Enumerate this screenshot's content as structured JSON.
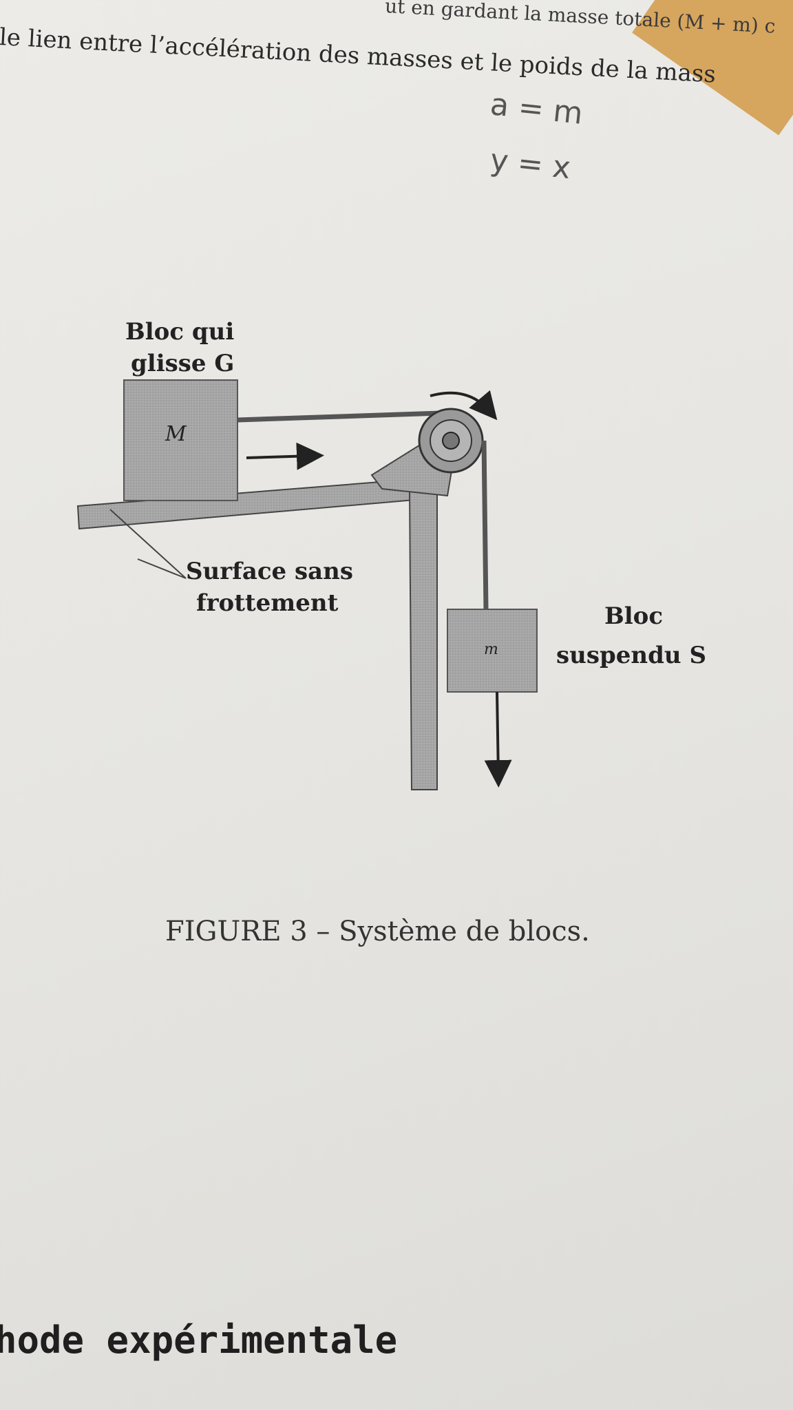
{
  "document": {
    "line1": "ut en gardant la masse totale (M + m) c",
    "line2": "le lien entre l’accélération des masses et le poids de la mass",
    "handwritten": [
      "a = m",
      "y = x"
    ],
    "figure": {
      "label_sliding": [
        "Bloc qui",
        "glisse G"
      ],
      "mass_big": "M",
      "mass_small": "m",
      "label_surface": [
        "Surface sans",
        "frottement"
      ],
      "label_hanging": [
        "Bloc",
        "suspendu S"
      ],
      "caption": "FIGURE 3 – Système de blocs."
    },
    "section_heading": "hode expérimentale"
  }
}
